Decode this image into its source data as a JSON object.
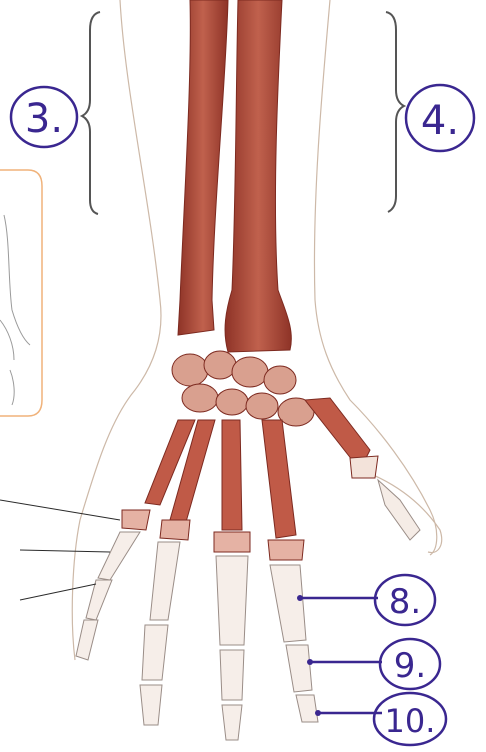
{
  "labels": {
    "forearm_left": "3.",
    "forearm_right": "4.",
    "phalanx_proximal": "8.",
    "phalanx_middle": "9.",
    "phalanx_distal": "10."
  },
  "colors": {
    "bone": "#b04a3a",
    "bone_light": "#d58a76",
    "bone_shadow": "#7d2a20",
    "skin_outline": "#c9b6a6",
    "ink": "#3a2790",
    "leader": "#2a2a2a",
    "inset_border": "#f0b27a"
  }
}
